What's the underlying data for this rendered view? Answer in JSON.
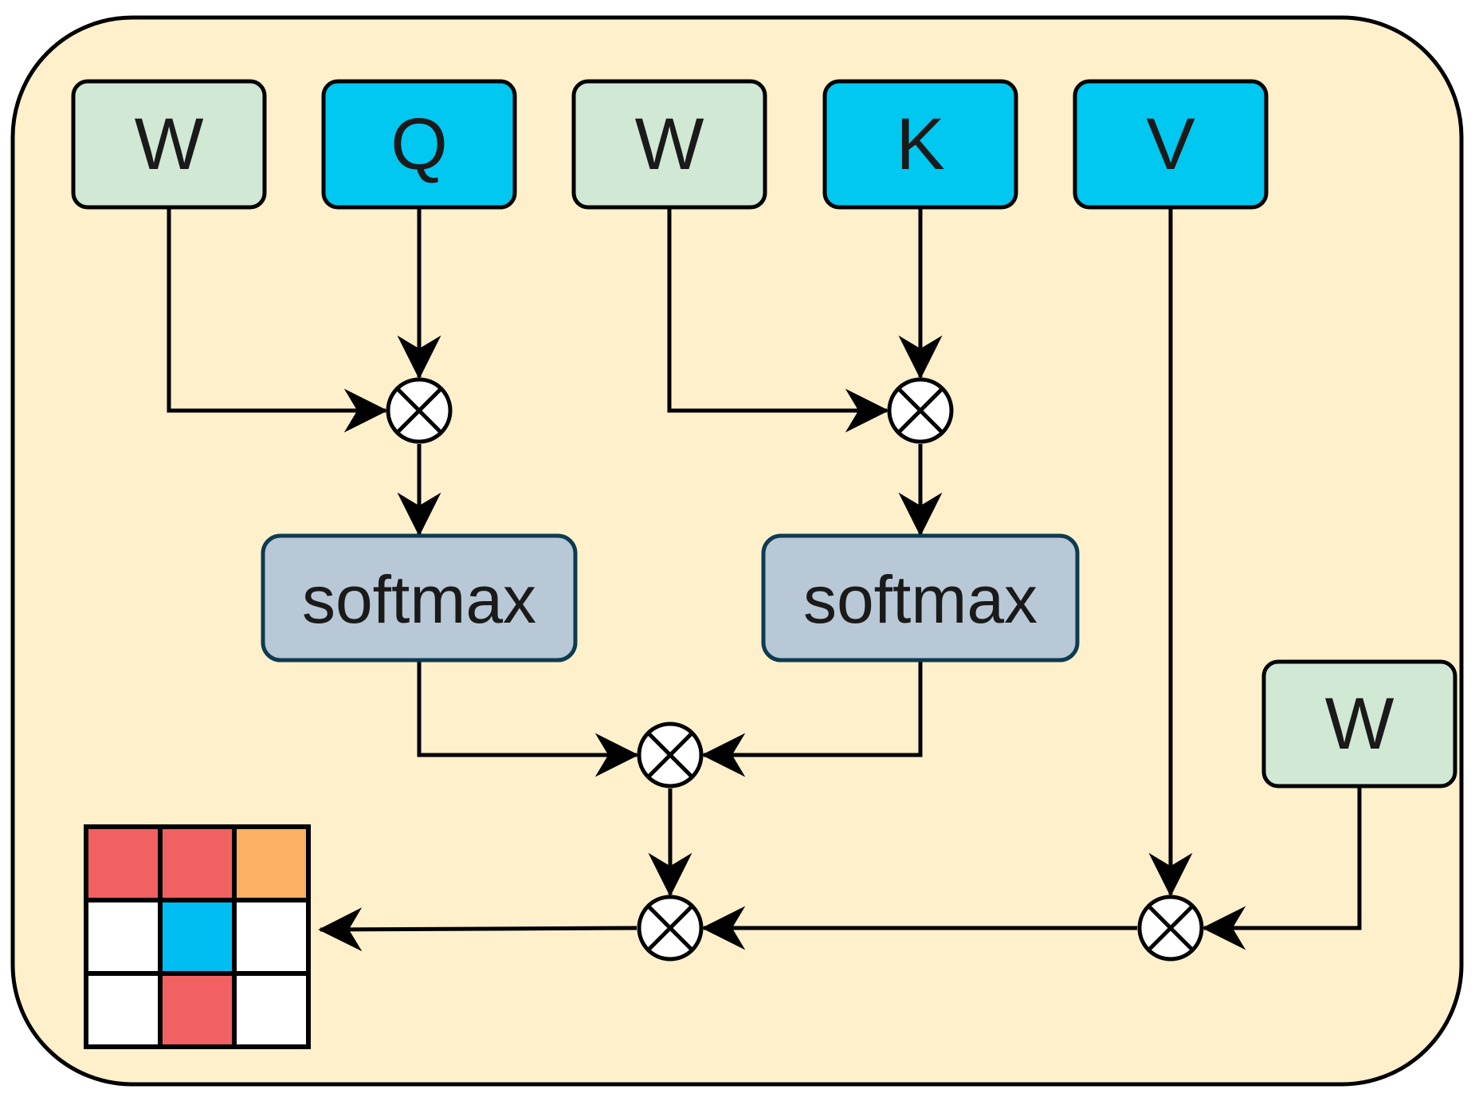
{
  "colors": {
    "background": "#fff0cc",
    "weight_box": "#d0e8d4",
    "input_box": "#00c8f0",
    "softmax_box": "#b8c8d6",
    "softmax_border": "#0d3b4f",
    "grid_red": "#f26161",
    "grid_orange": "#fbb063",
    "grid_blue": "#00bdf2",
    "grid_white": "#ffffff"
  },
  "nodes": {
    "w1": "W",
    "q": "Q",
    "w2": "W",
    "k": "K",
    "v": "V",
    "w3": "W",
    "softmax1": "softmax",
    "softmax2": "softmax"
  },
  "operator_symbol": "multiply-circle-icon",
  "output_grid": {
    "rows": [
      [
        "red",
        "red",
        "orange"
      ],
      [
        "white",
        "blue",
        "white"
      ],
      [
        "white",
        "red",
        "white"
      ]
    ]
  }
}
